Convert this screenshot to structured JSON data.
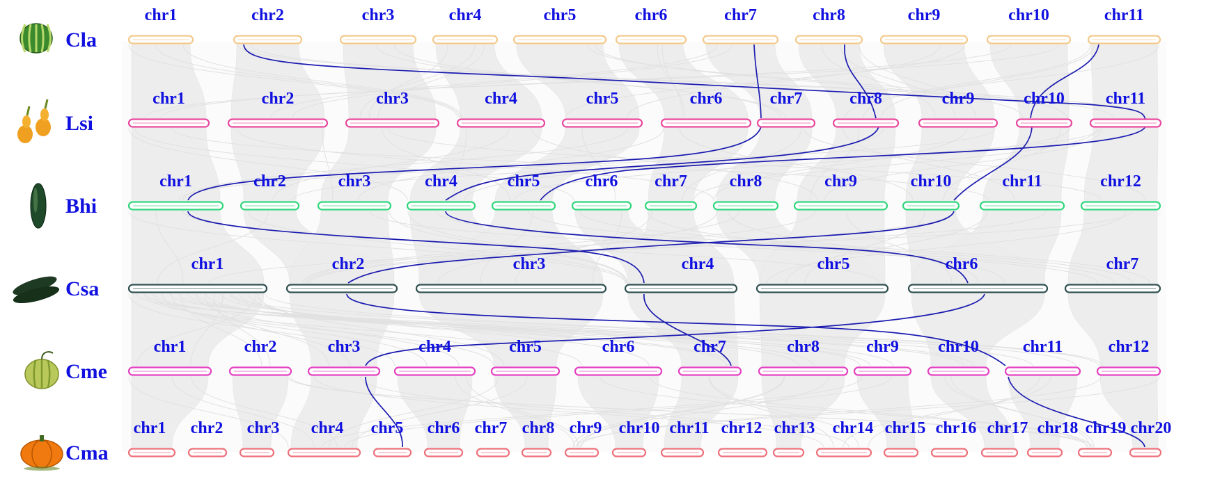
{
  "species": [
    {
      "label": "Cla",
      "icon": "watermelon-icon",
      "color": "#f3c98b",
      "chromosomes": [
        "chr1",
        "chr2",
        "chr3",
        "chr4",
        "chr5",
        "chr6",
        "chr7",
        "chr8",
        "chr9",
        "chr10",
        "chr11"
      ]
    },
    {
      "label": "Lsi",
      "icon": "bottle-gourd-icon",
      "color": "#e8479c",
      "chromosomes": [
        "chr1",
        "chr2",
        "chr3",
        "chr4",
        "chr5",
        "chr6",
        "chr7",
        "chr8",
        "chr9",
        "chr10",
        "chr11"
      ]
    },
    {
      "label": "Bhi",
      "icon": "wax-gourd-icon",
      "color": "#2fd67c",
      "chromosomes": [
        "chr1",
        "chr2",
        "chr3",
        "chr4",
        "chr5",
        "chr6",
        "chr7",
        "chr8",
        "chr9",
        "chr10",
        "chr11",
        "chr12"
      ]
    },
    {
      "label": "Csa",
      "icon": "cucumber-icon",
      "color": "#2f4f4f",
      "chromosomes": [
        "chr1",
        "chr2",
        "chr3",
        "chr4",
        "chr5",
        "chr6",
        "chr7"
      ]
    },
    {
      "label": "Cme",
      "icon": "melon-icon",
      "color": "#e43fc0",
      "chromosomes": [
        "chr1",
        "chr2",
        "chr3",
        "chr4",
        "chr5",
        "chr6",
        "chr7",
        "chr8",
        "chr9",
        "chr10",
        "chr11",
        "chr12"
      ]
    },
    {
      "label": "Cma",
      "icon": "pumpkin-icon",
      "color": "#ee6f7a",
      "chromosomes": [
        "chr1",
        "chr2",
        "chr3",
        "chr4",
        "chr5",
        "chr6",
        "chr7",
        "chr8",
        "chr9",
        "chr10",
        "chr11",
        "chr12",
        "chr13",
        "chr14",
        "chr15",
        "chr16",
        "chr17",
        "chr18",
        "chr19",
        "chr20"
      ]
    }
  ],
  "colors": {
    "label": "#1010e0",
    "highlight_link": "#1b1bb0",
    "background_link": "#e9e9e9"
  }
}
